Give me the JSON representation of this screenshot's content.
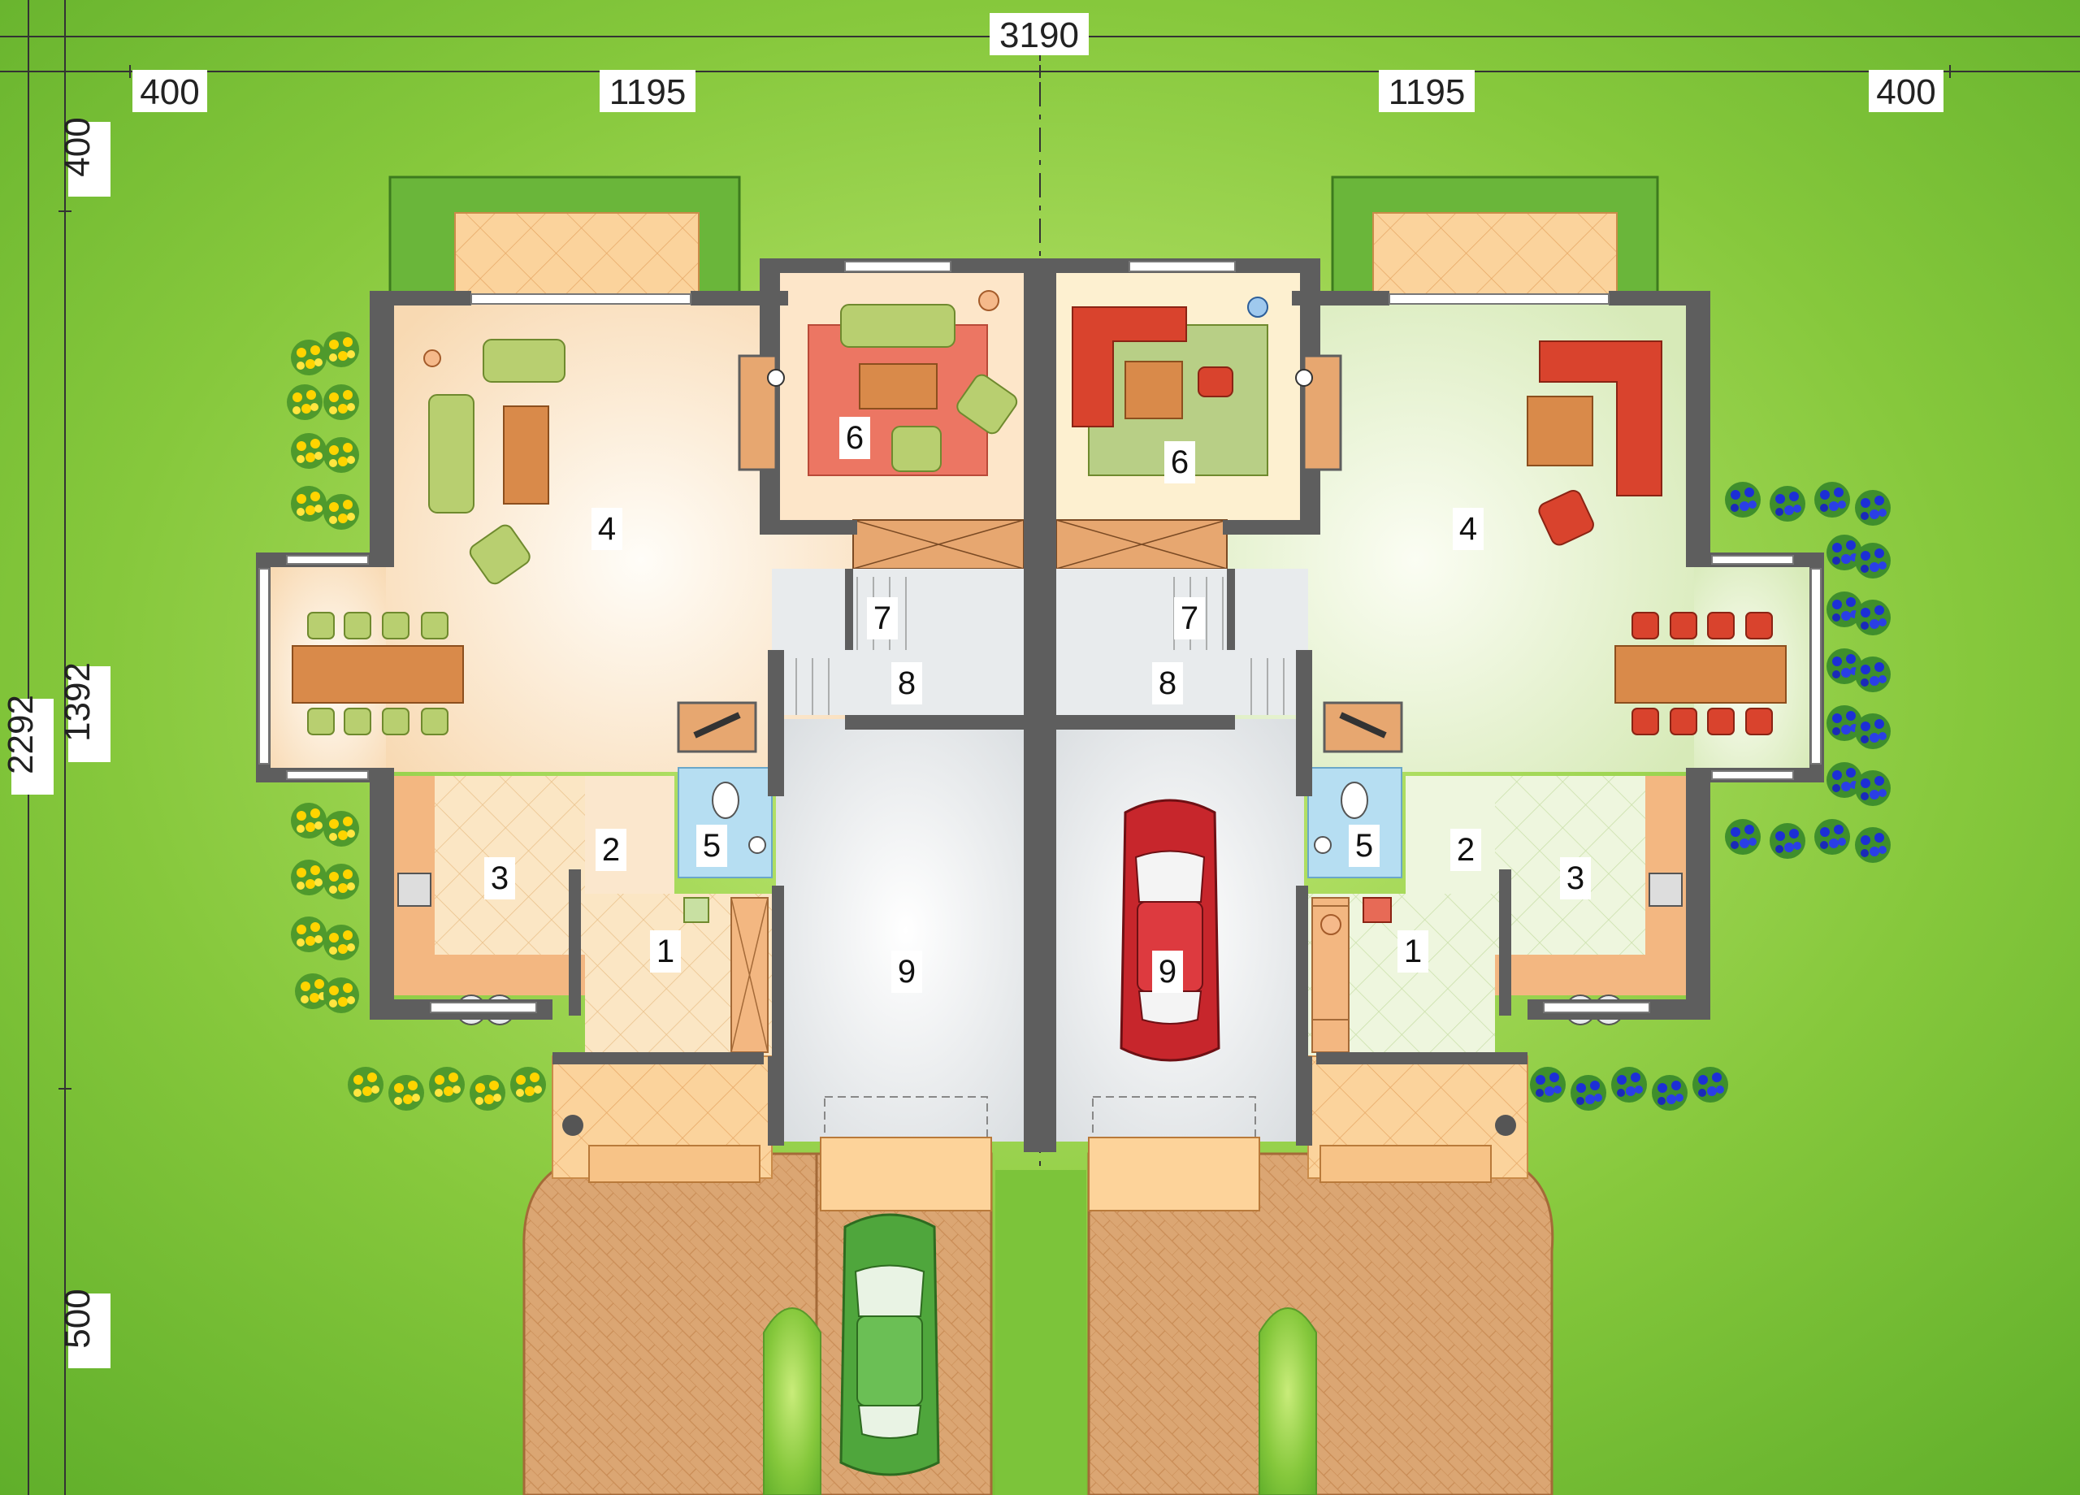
{
  "dimensions": {
    "total_width": "3190",
    "left_margin": "400",
    "left_house_width": "1195",
    "right_house_width": "1195",
    "right_margin": "400",
    "top_margin": "400",
    "total_depth": "2292",
    "house_depth": "1392",
    "front_depth": "500"
  },
  "rooms": {
    "left": {
      "entry": "1",
      "hall": "2",
      "kitchen": "3",
      "living": "4",
      "bath": "5",
      "study": "6",
      "stair_lower": "7",
      "stair_upper": "8",
      "garage": "9"
    },
    "right": {
      "entry": "1",
      "hall": "2",
      "kitchen": "3",
      "living": "4",
      "bath": "5",
      "study": "6",
      "stair_lower": "7",
      "stair_upper": "8",
      "garage": "9"
    }
  },
  "colors": {
    "lawn": "#7cc43a",
    "wall": "#5a5a5a",
    "driveway": "#d49a62",
    "garage_floor": "#e6e8ea",
    "terrace": "#f6c98c",
    "left_car": "#4fa63c",
    "right_car": "#c7262c"
  }
}
